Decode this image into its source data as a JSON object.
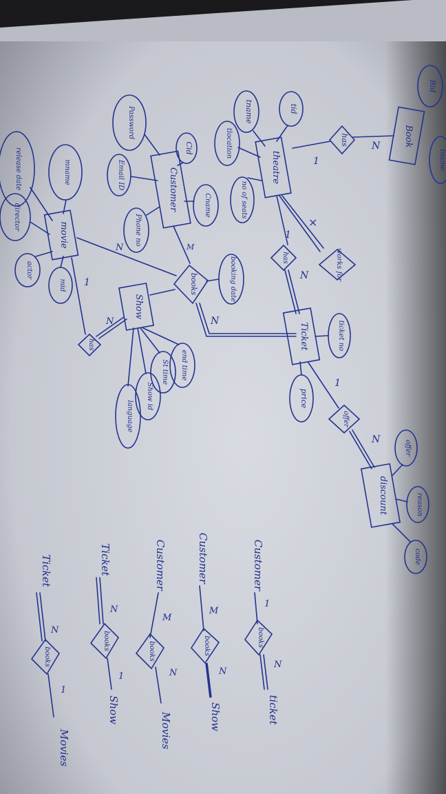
{
  "diagram": {
    "type": "er-diagram-handwritten",
    "entities": {
      "theatre": "theatre",
      "customer": "Customer",
      "movie": "movie",
      "show": "Show",
      "ticket": "Ticket",
      "discount": "discount",
      "book": "Book"
    },
    "relationships": {
      "has_top": "has",
      "has_theatre_ticket": "has",
      "works_for": "works for",
      "books": "books",
      "has_show_movie": "has",
      "offer": "offer"
    },
    "attributes": {
      "theatre_tid": "tid",
      "theatre_tname": "tname",
      "theatre_tlocation": "tlocation",
      "theatre_noofseats": "no of seats",
      "customer_password": "Password",
      "customer_cid": "Cid",
      "customer_emailid": "Email ID",
      "customer_cname": "Cname",
      "customer_phoneno": "Phone no",
      "movie_mname": "mname",
      "movie_releasedate": "release date",
      "movie_director": "director",
      "movie_actor": "actor",
      "movie_mid": "mid",
      "booking_date": "booking date",
      "show_endtime": "end time",
      "show_sttime": "St time",
      "show_showid": "Show id",
      "show_language": "language",
      "ticket_ticketno": "ticket no",
      "ticket_price": "price",
      "discount_offer": "offer",
      "discount_reason": "reason",
      "discount_code": "code",
      "book_top_left": "Bid",
      "book_top_right": "tname"
    },
    "cardinalities": {
      "n": "N",
      "one": "1",
      "m": "M"
    },
    "legend": [
      {
        "left": "Customer",
        "left_card": "1",
        "rel": "books",
        "right_card": "N",
        "right": "ticket"
      },
      {
        "left": "Customer",
        "left_card": "M",
        "rel": "books",
        "right_card": "N",
        "right": "Show"
      },
      {
        "left": "Customer",
        "left_card": "M",
        "rel": "books",
        "right_card": "N",
        "right": "Movies"
      },
      {
        "left": "Ticket",
        "left_card": "N",
        "rel": "books",
        "right_card": "1",
        "right": "Show"
      },
      {
        "left": "Ticket",
        "left_card": "N",
        "rel": "books",
        "right_card": "1",
        "right": "Movies"
      }
    ]
  },
  "colors": {
    "paper": "#cfd3da",
    "ink": "#24338f",
    "shadow": "#1a1a1c"
  }
}
